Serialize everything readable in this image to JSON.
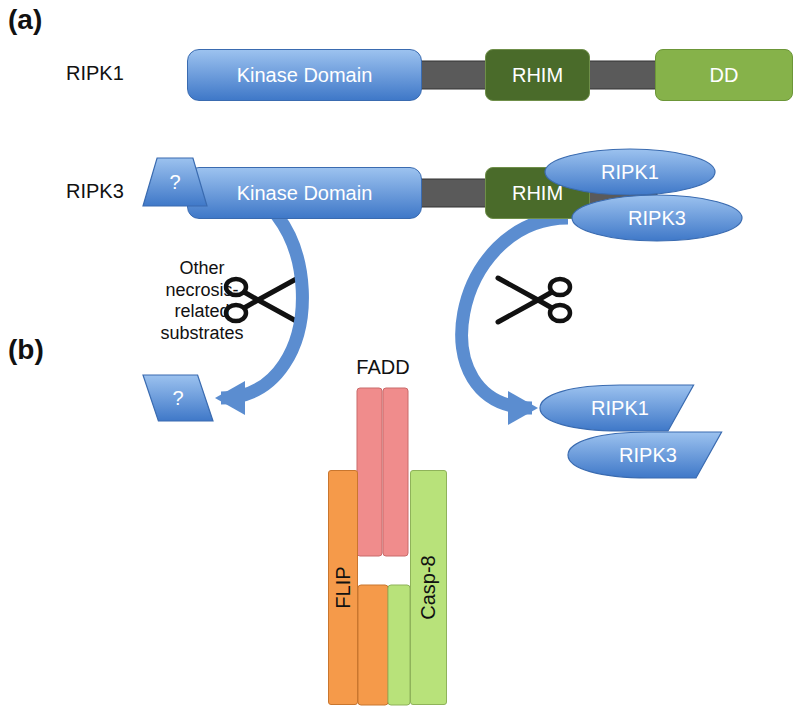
{
  "diagram": {
    "nodes": [
      {
        "text": [
          "Kinase Domain"
        ]
      },
      {
        "text": [
          "RHIM"
        ]
      },
      {
        "text": [
          "DD"
        ]
      },
      {
        "text": [
          "Kinase Domain"
        ]
      },
      {
        "text": [
          "RHIM"
        ]
      },
      {
        "text": [
          "?"
        ]
      },
      {
        "text": [
          "FADD"
        ]
      },
      {
        "text": [
          "FLIP"
        ]
      },
      {
        "text": [
          "Casp-8"
        ]
      },
      {
        "text": [
          "?"
        ]
      },
      {
        "text": [
          "RIPK1"
        ]
      },
      {
        "text": [
          "RIPK3"
        ]
      },
      {
        "text": [
          "RIPK1"
        ]
      },
      {
        "text": [
          "RIPK3"
        ]
      }
    ],
    "edges": [
      {
        "from": 5,
        "to": 9,
        "arrow": "to"
      },
      {
        "from": 11,
        "to": 12,
        "arrow": "to"
      }
    ],
    "labels": [
      "(a)",
      "RIPK1",
      "RIPK3",
      "(b)",
      "Other necrosis-related substrates"
    ]
  }
}
